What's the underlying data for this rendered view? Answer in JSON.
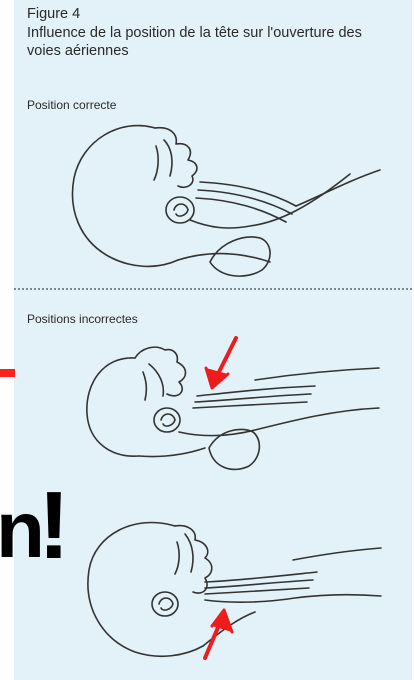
{
  "figure": {
    "label": "Figure 4",
    "caption": "Influence de la position de la tête sur l'ouverture des voies aériennes"
  },
  "sections": {
    "correct": {
      "label": "Position correcte"
    },
    "incorrect": {
      "label": "Positions incorrectes"
    }
  },
  "overlay": {
    "letter": "n",
    "exclamation": "!"
  },
  "colors": {
    "panel": "#e3f1f8",
    "line": "#333333",
    "arrow": "#ee1c1c",
    "mark": "#ff2020"
  }
}
